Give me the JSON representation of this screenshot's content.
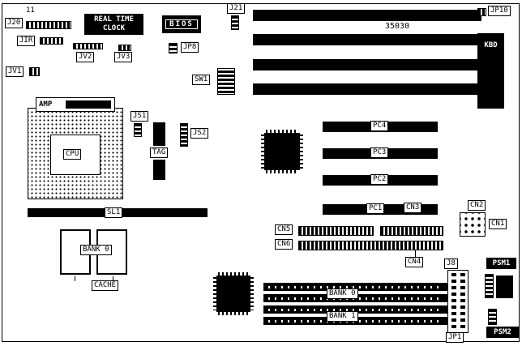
{
  "board": {
    "part_number": "35030",
    "pin_marker": "11"
  },
  "labels": {
    "j20": "J20",
    "jir": "JIR",
    "jv1": "JV1",
    "jv2": "JV2",
    "jv3": "JV3",
    "rtc_line1": "REAL TIME",
    "rtc_line2": "CLOCK",
    "bios": "BIOS",
    "jp8": "JP8",
    "j21": "J21",
    "sw1": "SW1",
    "jp10": "JP10",
    "kbd": "KBD",
    "amp": "AMP",
    "cpu": "CPU",
    "js1": "JS1",
    "js2": "JS2",
    "tag": "TAG",
    "sl1": "SL1",
    "cache_bank": "BANK 0",
    "cache": "CACHE",
    "pc1": "PC1",
    "pc2": "PC2",
    "pc3": "PC3",
    "pc4": "PC4",
    "cn1": "CN1",
    "cn2": "CN2",
    "cn3": "CN3",
    "cn4": "CN4",
    "cn5": "CN5",
    "cn6": "CN6",
    "mem_bank0": "BANK 0",
    "mem_bank1": "BANK 1",
    "j8": "J8",
    "jp1": "JP1",
    "psm1": "PSM1",
    "psm2": "PSM2"
  }
}
